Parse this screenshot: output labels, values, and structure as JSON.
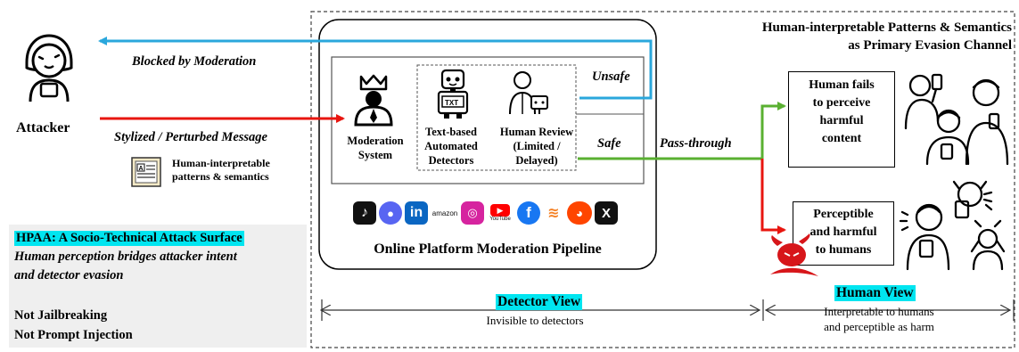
{
  "attacker": {
    "label": "Attacker",
    "blocked_label": "Blocked by Moderation",
    "message_label": "Stylized / Perturbed Message",
    "hip_line1": "Human-interpretable",
    "hip_line2": "patterns & semantics"
  },
  "hpaa": {
    "title": "HPAA: A Socio-Technical Attack Surface",
    "line1": "Human perception bridges attacker intent",
    "line2": "and detector evasion",
    "not1": "Not Jailbreaking",
    "not2": "Not Prompt Injection"
  },
  "pipeline": {
    "moderation_line1": "Moderation",
    "moderation_line2": "System",
    "text_det_line1": "Text-based",
    "text_det_line2": "Automated",
    "text_det_line3": "Detectors",
    "human_review_line1": "Human Review",
    "human_review_line2": "(Limited /",
    "human_review_line3": "Delayed)",
    "unsafe": "Unsafe",
    "safe": "Safe",
    "title": "Online Platform Moderation Pipeline",
    "txt_icon": "TXT"
  },
  "platforms": [
    "TikTok",
    "Discord",
    "in",
    "amazon",
    "Instagram",
    "YouTube",
    "f",
    "Stack Overflow",
    "Reddit",
    "X"
  ],
  "outcome": {
    "pass_through": "Pass-through",
    "header_line1": "Human-interpretable Patterns & Semantics",
    "header_line2": "as Primary Evasion Channel",
    "fail_line1": "Human fails",
    "fail_line2": "to perceive",
    "fail_line3": "harmful",
    "fail_line4": "content",
    "harm_line1": "Perceptible",
    "harm_line2": "and harmful",
    "harm_line3": "to humans"
  },
  "views": {
    "detector_title": "Detector View",
    "detector_sub": "Invisible to detectors",
    "human_title": "Human View",
    "human_sub1": "Interpretable to humans",
    "human_sub2": "and perceptible as harm"
  },
  "colors": {
    "blue_arrow": "#2aa7dc",
    "red_arrow": "#e8150f",
    "green_arrow": "#5ab031",
    "highlight": "#00e5f0",
    "panel_grey": "#efefef"
  },
  "icons": [
    "attacker-icon",
    "crown-moderator-icon",
    "robot-icon",
    "human-reviewer-icon",
    "document-icon",
    "devil-icon",
    "people-phones-icon",
    "shocked-people-icon"
  ]
}
